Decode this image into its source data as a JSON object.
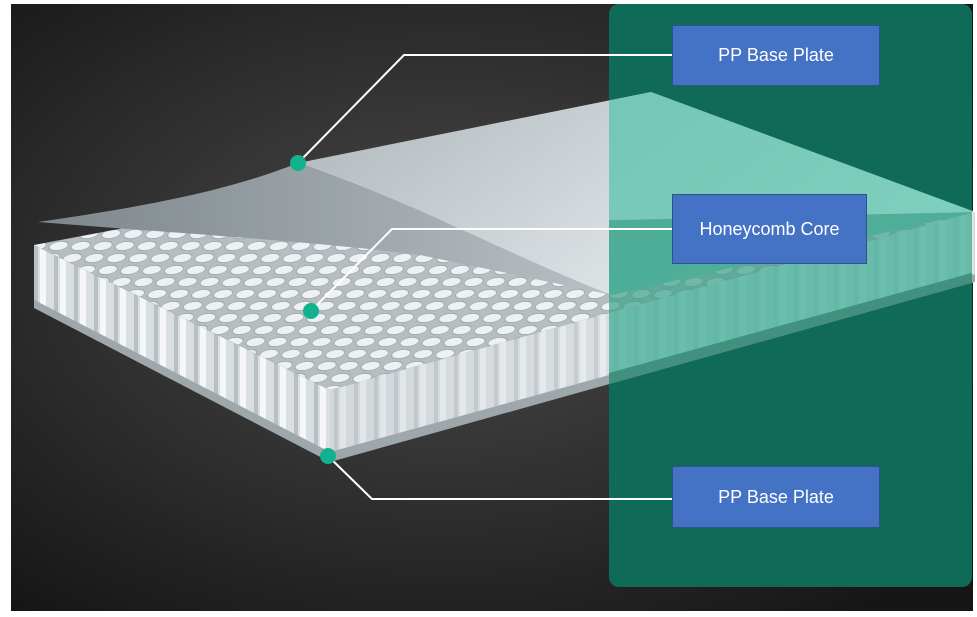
{
  "labels": {
    "top": "PP Base Plate",
    "middle": "Honeycomb Core",
    "bottom": "PP Base Plate"
  },
  "colors": {
    "background_dark": "#1e1e1e",
    "teal_panel": "#0f6b58",
    "marker": "#12b28f",
    "label_fill": "#4472c4",
    "leader_line": "#ffffff"
  }
}
